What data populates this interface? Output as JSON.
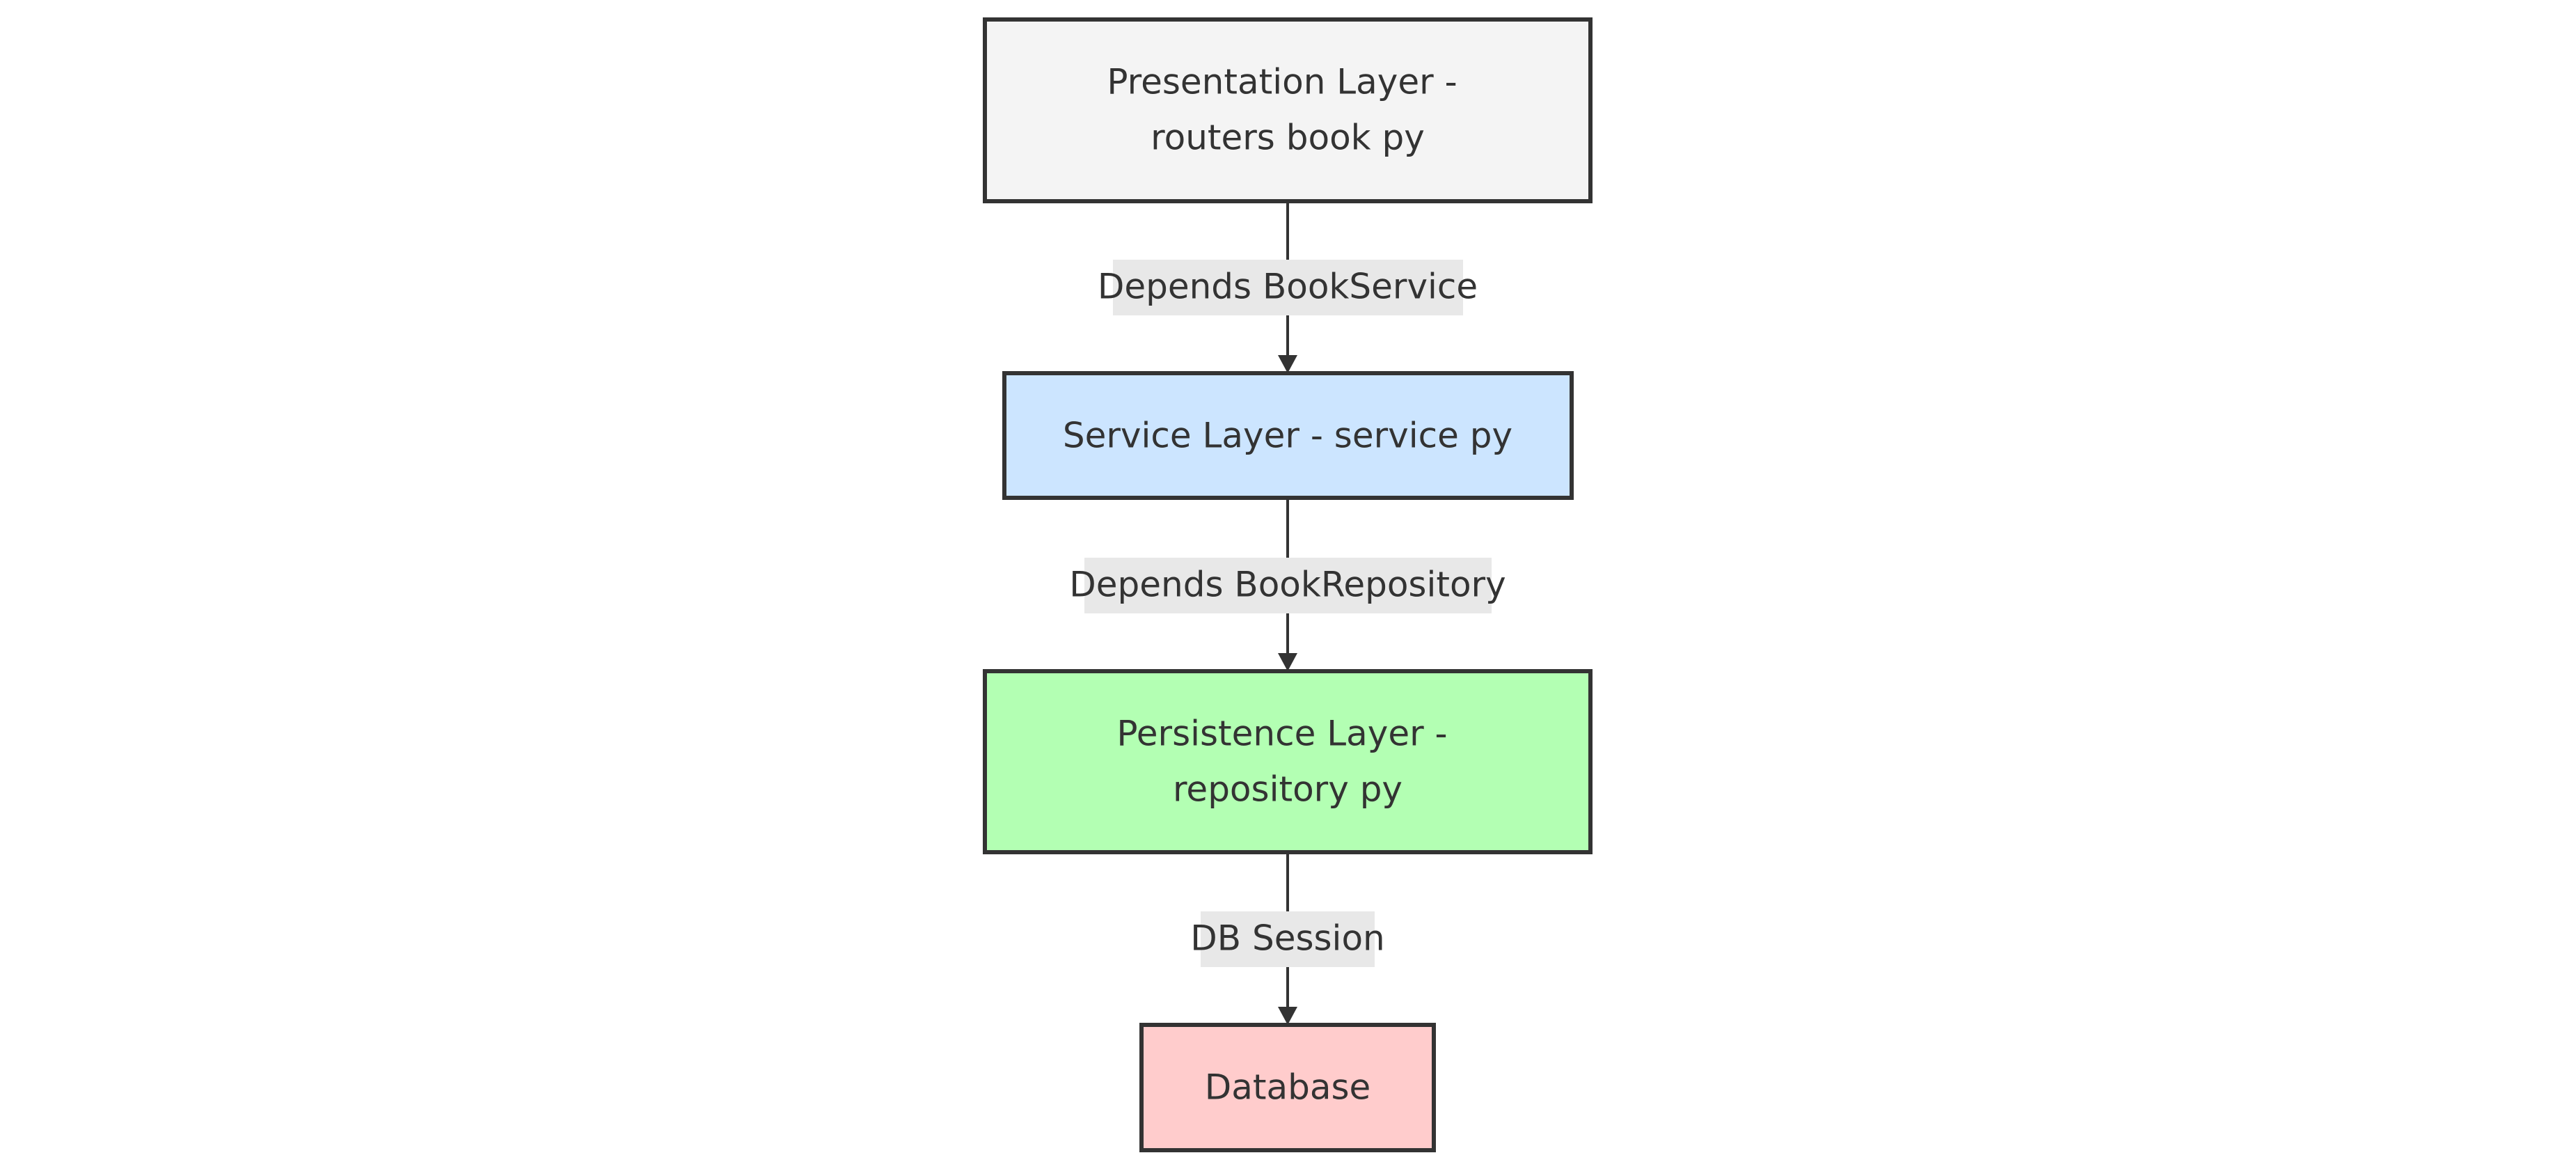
{
  "diagram": {
    "nodes": [
      {
        "id": "presentation",
        "lines": [
          "Presentation Layer -",
          "routers book py"
        ],
        "fill": "#f4f4f4"
      },
      {
        "id": "service",
        "lines": [
          "Service Layer - service py"
        ],
        "fill": "#cce5ff"
      },
      {
        "id": "persistence",
        "lines": [
          "Persistence Layer -",
          "repository py"
        ],
        "fill": "#b3ffb3"
      },
      {
        "id": "database",
        "lines": [
          "Database"
        ],
        "fill": "#ffcccc"
      }
    ],
    "edges": [
      {
        "from": "presentation",
        "to": "service",
        "label": "Depends BookService"
      },
      {
        "from": "service",
        "to": "persistence",
        "label": "Depends BookRepository"
      },
      {
        "from": "persistence",
        "to": "database",
        "label": "DB Session"
      }
    ]
  },
  "colors": {
    "stroke": "#333333",
    "edge_label_background": "#e8e8e8",
    "text": "#333333"
  }
}
